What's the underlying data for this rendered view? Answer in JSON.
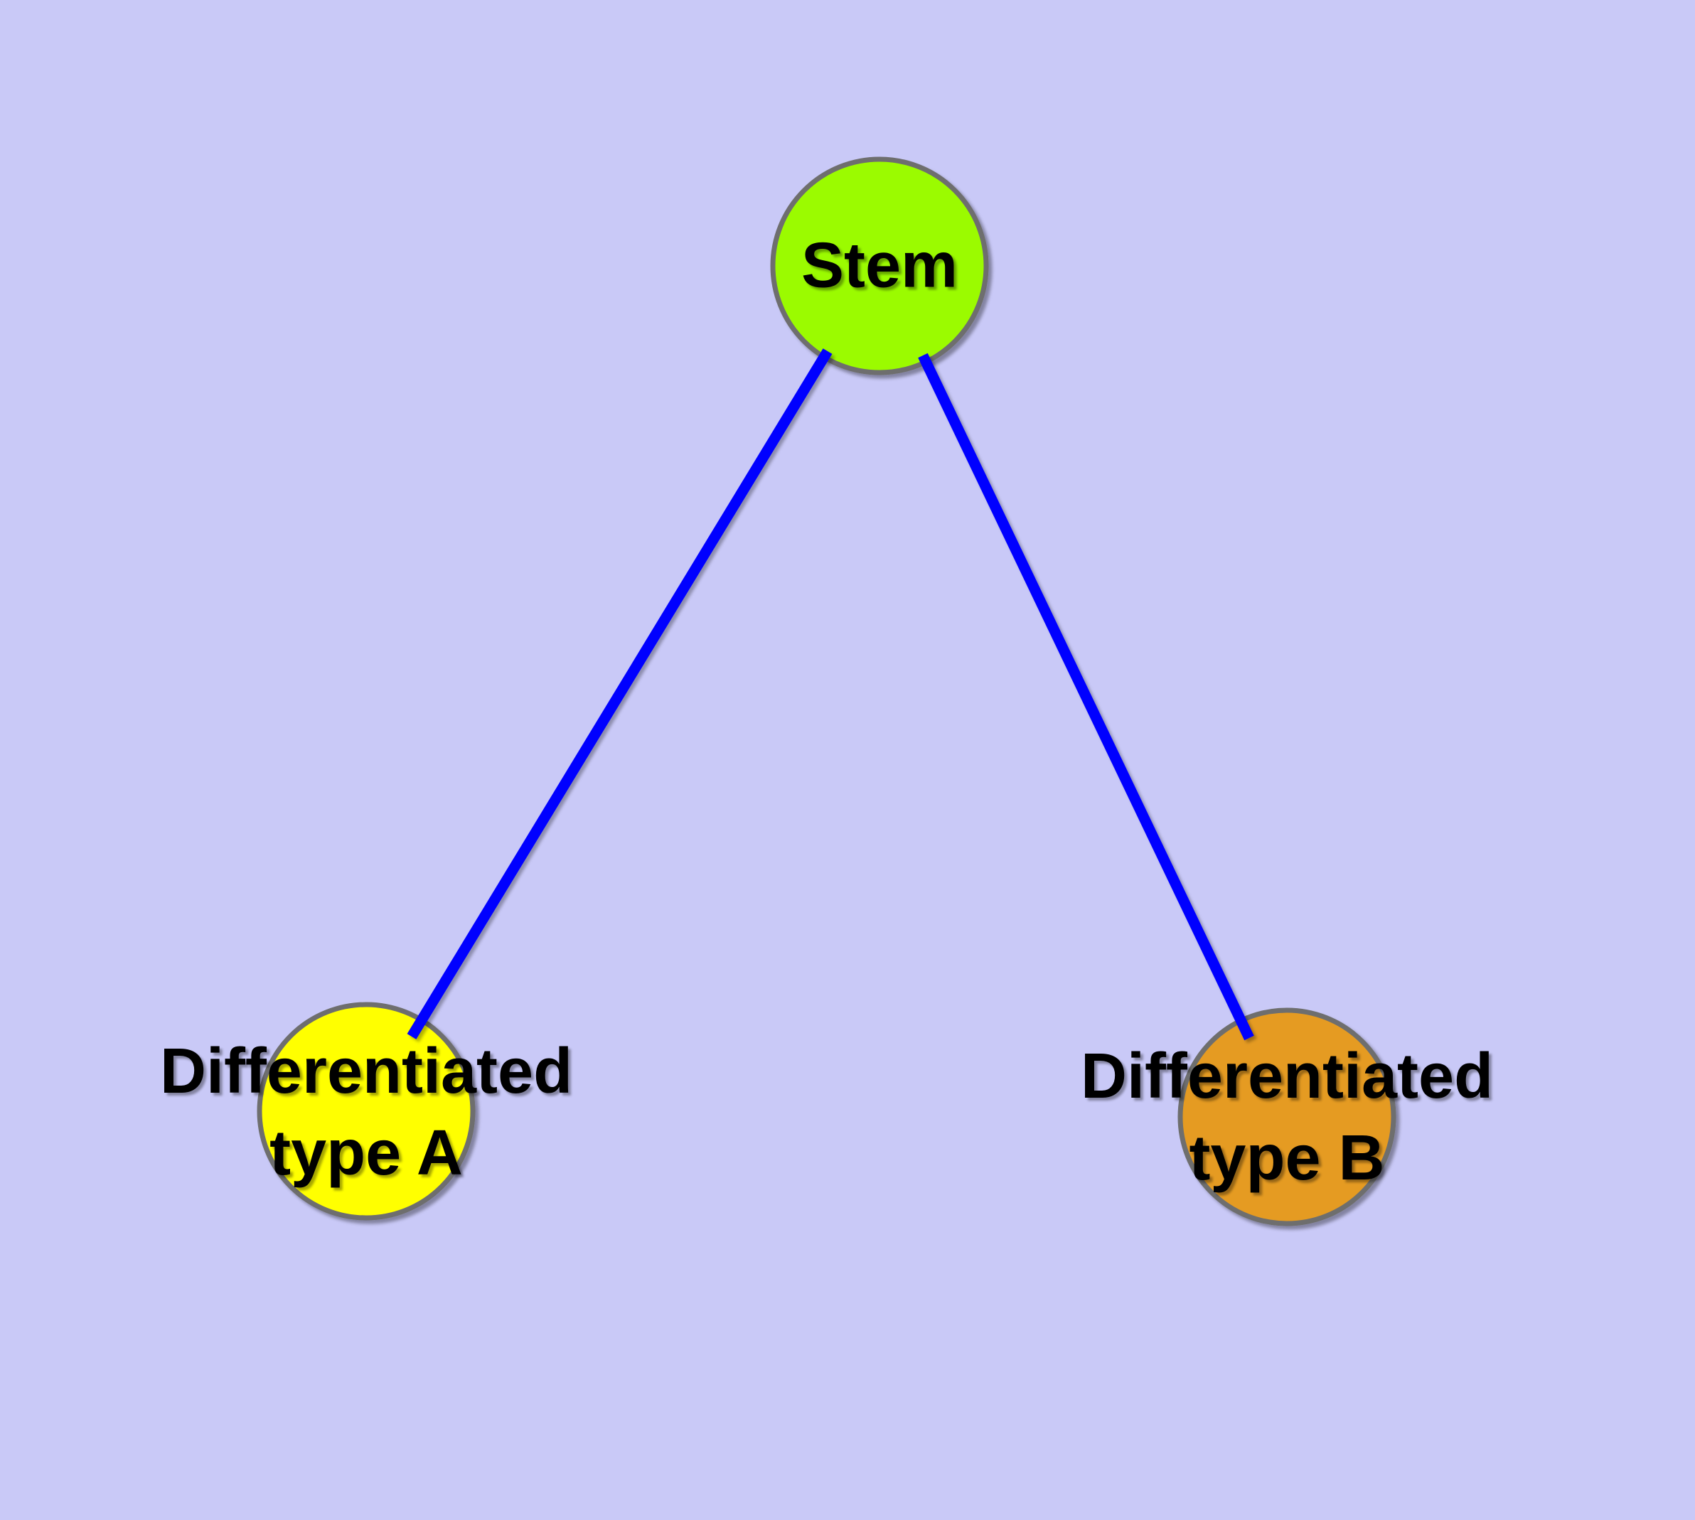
{
  "diagram": {
    "background_color": "#c9c9f7",
    "nodes": [
      {
        "id": "stem",
        "label": "Stem",
        "fill_color": "#9bfb00",
        "border_color": "#6e6e6e"
      },
      {
        "id": "type-a",
        "label": "Differentiated\ntype A",
        "fill_color": "#ffff00",
        "border_color": "#6e6e6e"
      },
      {
        "id": "type-b",
        "label": "Differentiated\ntype B",
        "fill_color": "#e59b20",
        "border_color": "#6e6e6e"
      }
    ],
    "edges": [
      {
        "from": "stem",
        "to": "type-a",
        "color": "#0000ff"
      },
      {
        "from": "stem",
        "to": "type-b",
        "color": "#0000ff"
      }
    ]
  }
}
